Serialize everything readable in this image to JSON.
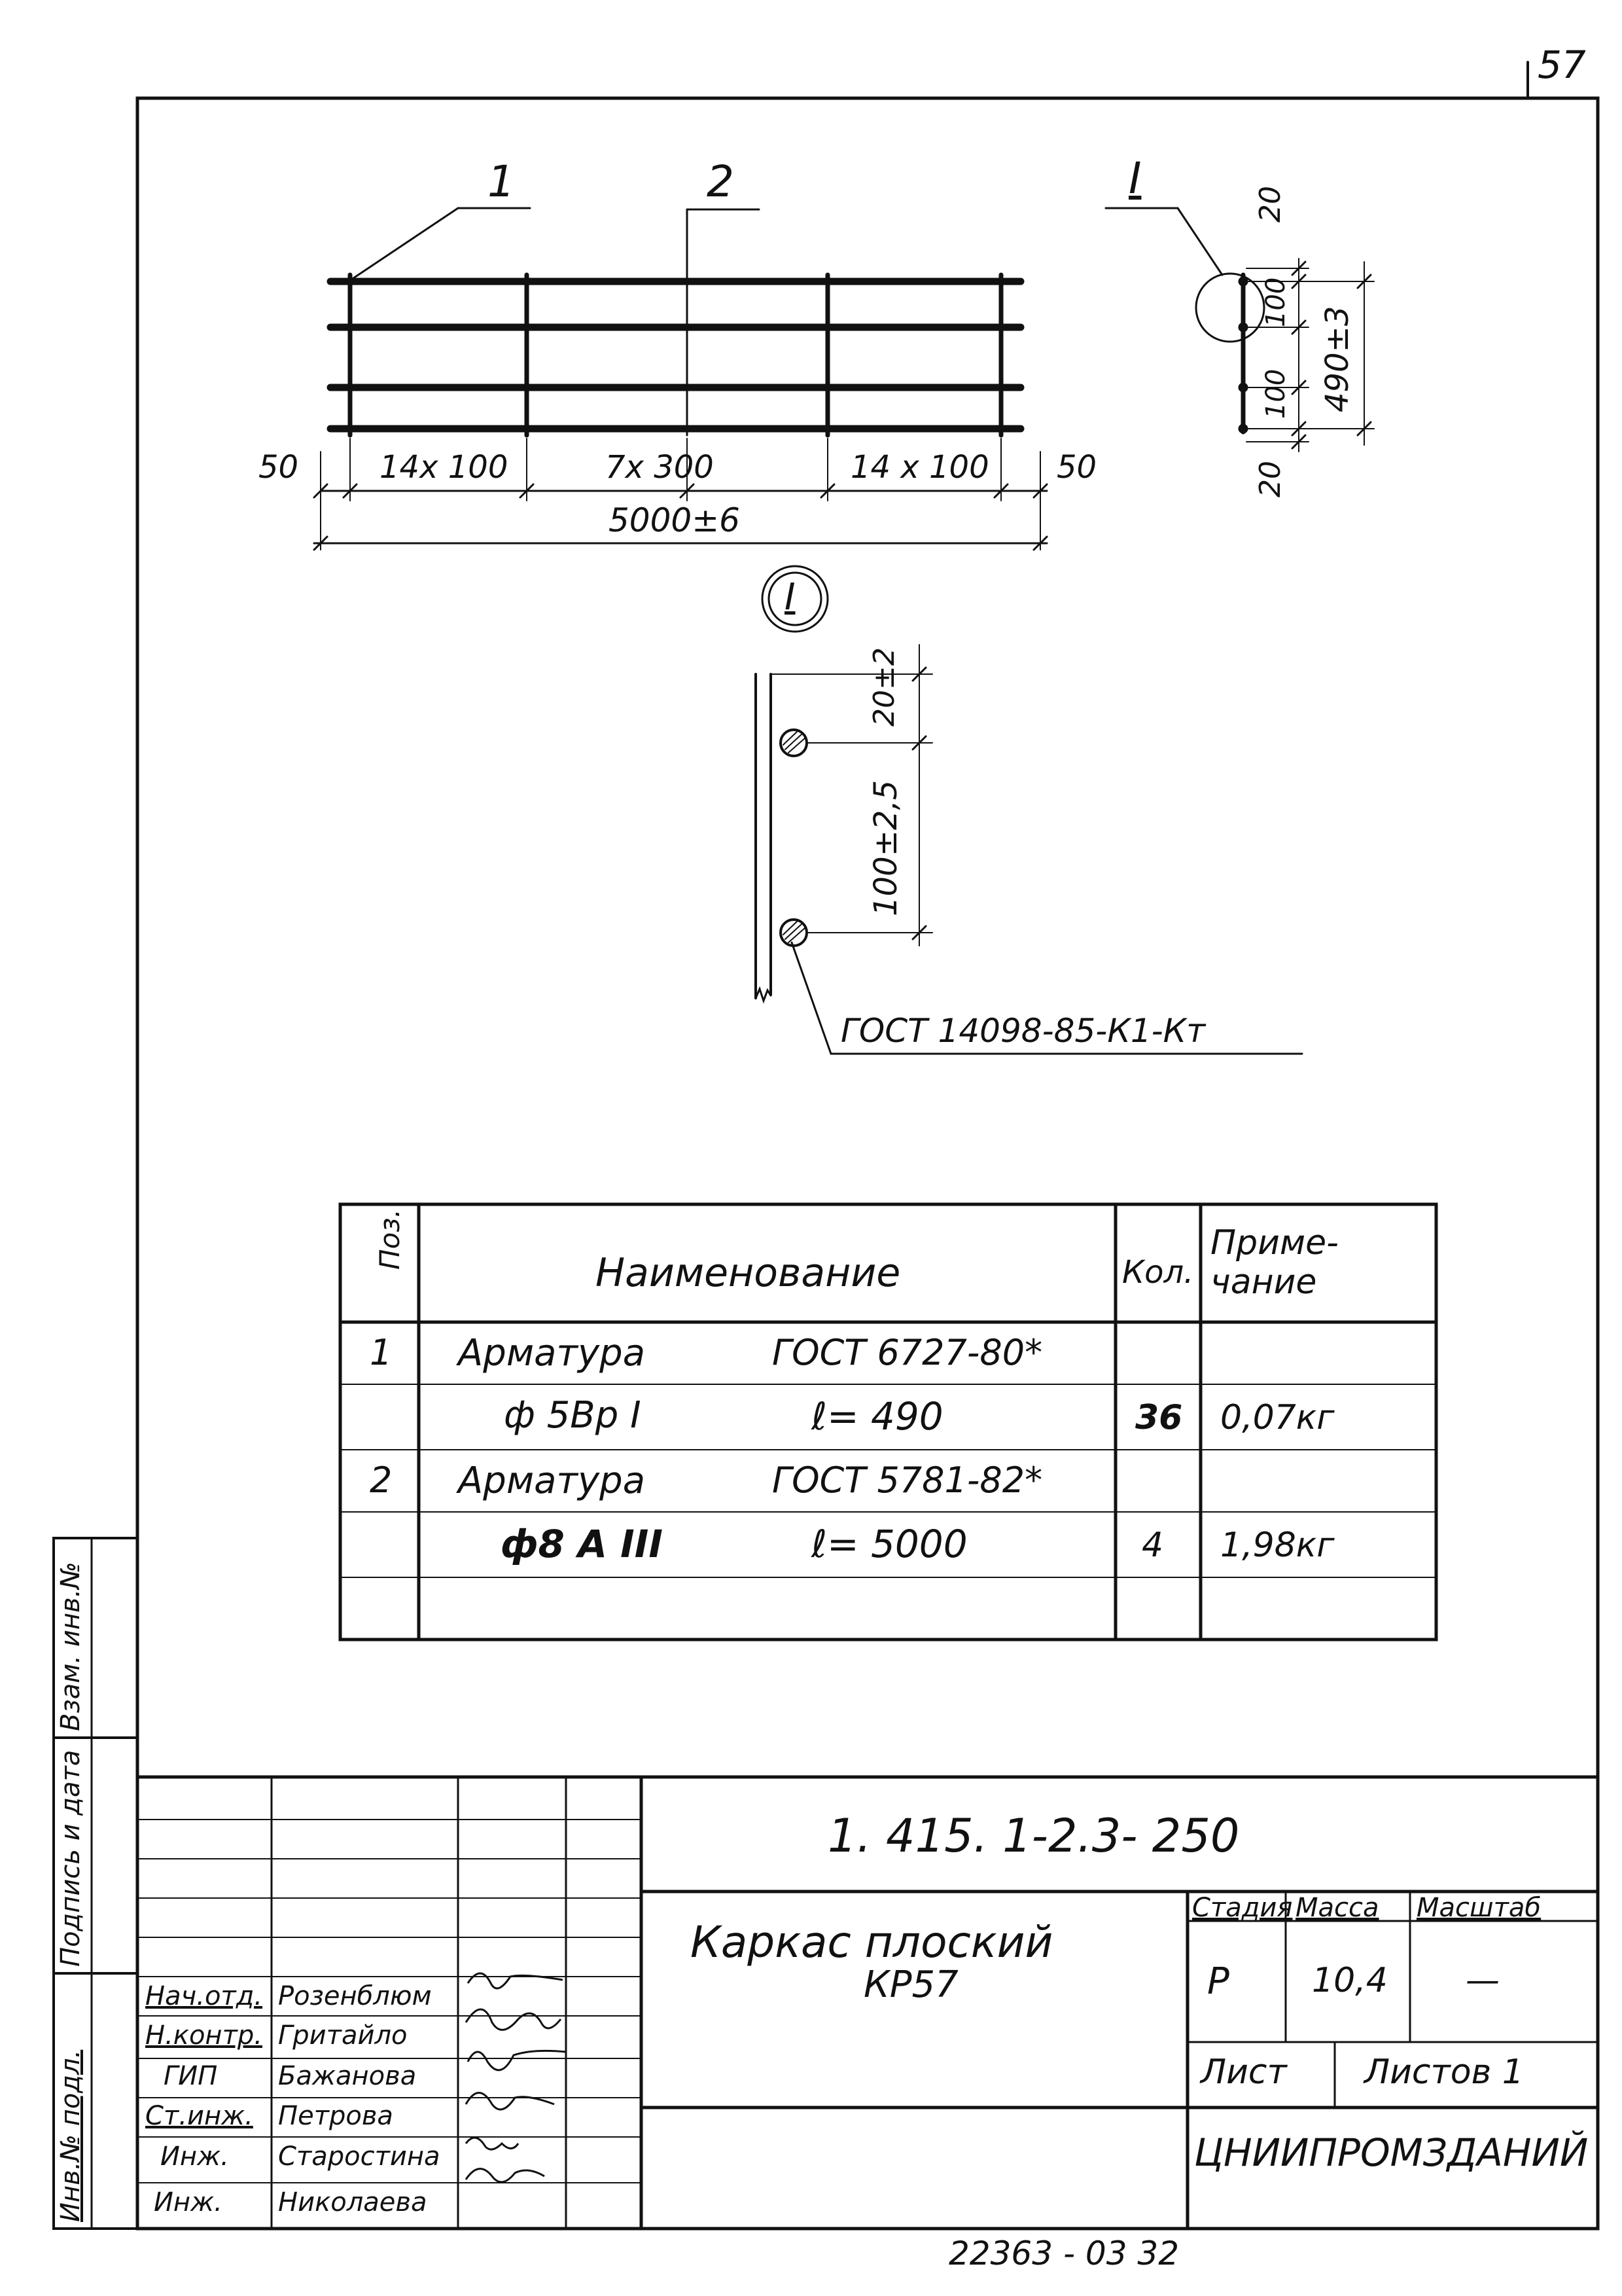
{
  "corner": {
    "page_mark": "57"
  },
  "drawing": {
    "callouts": {
      "pos1": "1",
      "pos2": "2",
      "section_ref": "I"
    },
    "length_dims": [
      "50",
      "14x 100",
      "7x 300",
      "14 x 100",
      "50"
    ],
    "total_length": "5000±6",
    "height_dims": [
      "20",
      "100",
      "100",
      "20"
    ],
    "total_height": "490±3",
    "detail_marker": "I",
    "detail_dims": [
      "20±2",
      "100±2,5"
    ],
    "weld_note": "ГОСТ 14098-85-К1-Кт"
  },
  "spec_table": {
    "headers": {
      "pos": "Поз.",
      "name": "Наименование",
      "qty": "Кол.",
      "note": "Приме- чание"
    },
    "rows": [
      {
        "pos": "1",
        "name_left": "Арматура",
        "name_right": "ГОСТ 6727-80*",
        "qty": "",
        "note": ""
      },
      {
        "pos": "",
        "name_left": "ф 5Вр I",
        "name_right": "ℓ= 490",
        "qty": "36",
        "note": "0,07кг"
      },
      {
        "pos": "2",
        "name_left": "Арматура",
        "name_right": "ГОСТ 5781-82*",
        "qty": "",
        "note": ""
      },
      {
        "pos": "",
        "name_left": "ф8 А III",
        "name_right": "ℓ= 5000",
        "qty": "4",
        "note": "1,98кг"
      },
      {
        "pos": "",
        "name_left": "",
        "name_right": "",
        "qty": "",
        "note": ""
      }
    ]
  },
  "side_stamp": {
    "col1": "Инв.№ подл.",
    "col2": "Подпись и дата",
    "col3": "Взам. инв.№"
  },
  "title_block": {
    "designation": "1. 415. 1-2.3- 250",
    "title_line1": "Каркас плоский",
    "title_line2": "КР57",
    "stage_label": "Стадия",
    "mass_label": "Масса",
    "scale_label": "Масштаб",
    "stage": "Р",
    "mass": "10,4",
    "scale": "—",
    "sheet_label": "Лист",
    "sheets_label": "Листов 1",
    "organization": "ЦНИИПРОМЗДАНИЙ",
    "signatures": [
      {
        "role": "Нач.отд.",
        "name": "Розенблюм"
      },
      {
        "role": "Н.контр.",
        "name": "Гритайло"
      },
      {
        "role": "ГИП",
        "name": "Бажанова"
      },
      {
        "role": "Ст.инж.",
        "name": "Петрова"
      },
      {
        "role": "Инж.",
        "name": "Старостина"
      },
      {
        "role": "Инж.",
        "name": "Николаева"
      }
    ]
  },
  "footer": {
    "archive_number": "22363 - 03  32"
  }
}
